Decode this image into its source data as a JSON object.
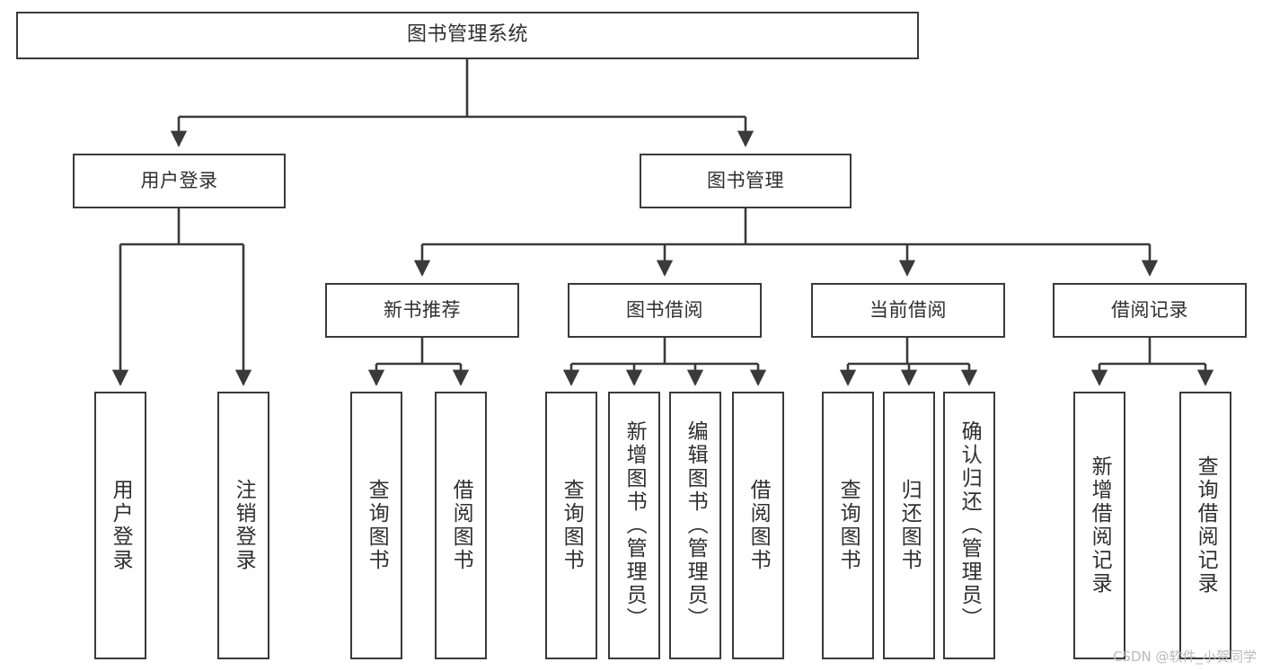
{
  "diagram": {
    "title": "图书管理系统",
    "type": "tree",
    "orientation": "top-down",
    "stroke_color": "#3a3a3a",
    "text_color": "#2f2f2f",
    "background_color": "#ffffff",
    "nodes": {
      "root": {
        "label": "图书管理系统"
      },
      "l1": [
        {
          "id": "user_login",
          "label": "用户登录"
        },
        {
          "id": "book_manage",
          "label": "图书管理"
        }
      ],
      "l2": [
        {
          "id": "new_book_rec",
          "label": "新书推荐"
        },
        {
          "id": "book_borrow",
          "label": "图书借阅"
        },
        {
          "id": "current_borrow",
          "label": "当前借阅"
        },
        {
          "id": "borrow_record",
          "label": "借阅记录"
        }
      ],
      "leaves": [
        {
          "id": "leaf_user_login",
          "parent": "user_login",
          "label": "用户登录"
        },
        {
          "id": "leaf_logout",
          "parent": "user_login",
          "label": "注销登录"
        },
        {
          "id": "leaf_query_book_1",
          "parent": "new_book_rec",
          "label": "查询图书"
        },
        {
          "id": "leaf_borrow_book_1",
          "parent": "new_book_rec",
          "label": "借阅图书"
        },
        {
          "id": "leaf_query_book_2",
          "parent": "book_borrow",
          "label": "查询图书"
        },
        {
          "id": "leaf_add_book",
          "parent": "book_borrow",
          "label": "新增图书（管理员）"
        },
        {
          "id": "leaf_edit_book",
          "parent": "book_borrow",
          "label": "编辑图书（管理员）"
        },
        {
          "id": "leaf_borrow_book_2",
          "parent": "book_borrow",
          "label": "借阅图书"
        },
        {
          "id": "leaf_query_book_3",
          "parent": "current_borrow",
          "label": "查询图书"
        },
        {
          "id": "leaf_return_book",
          "parent": "current_borrow",
          "label": "归还图书"
        },
        {
          "id": "leaf_confirm_return",
          "parent": "current_borrow",
          "label": "确认归还（管理员）"
        },
        {
          "id": "leaf_add_record",
          "parent": "borrow_record",
          "label": "新增借阅记录"
        },
        {
          "id": "leaf_query_record",
          "parent": "borrow_record",
          "label": "查询借阅记录"
        }
      ]
    }
  },
  "watermark": {
    "text": "CSDN @软件_小贺同学"
  }
}
